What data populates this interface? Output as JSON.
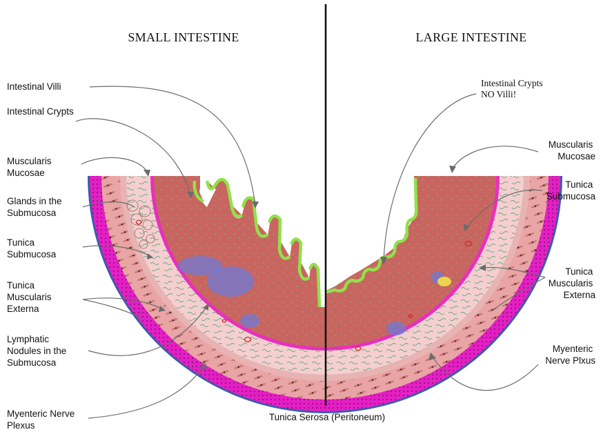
{
  "headings": {
    "left": "SMALL INTESTINE",
    "right": "LARGE INTESTINE"
  },
  "labels": {
    "left": {
      "villi": [
        "Intestinal Villi"
      ],
      "crypts": [
        "Intestinal Crypts"
      ],
      "muscularis_mucosae": [
        "Muscularis",
        "Mucosae"
      ],
      "glands": [
        "Glands in the",
        "Submucosa"
      ],
      "submucosa": [
        "Tunica",
        "Submucosa"
      ],
      "muscularis_externa": [
        "Tunica",
        "Muscularis",
        "Externa"
      ],
      "lymphatic": [
        "Lymphatic",
        "Nodules in the",
        "Submucosa"
      ],
      "myenteric": [
        "Myenteric Nerve",
        "Plexus"
      ]
    },
    "right": {
      "crypts": [
        "Intestinal Crypts",
        "NO Villi!"
      ],
      "muscularis_mucosae": [
        "Muscularis",
        "Mucosae"
      ],
      "submucosa": [
        "Tunica",
        "Submucosa"
      ],
      "muscularis_externa": [
        "Tunica",
        "Muscularis",
        "Externa"
      ],
      "myenteric": [
        "Myenteric",
        "Nerve Plxus"
      ]
    },
    "bottom": [
      "Tunica Serosa (Peritoneum)"
    ]
  },
  "colors": {
    "serosa_edge": "#3b5bab",
    "serosa": "#e41fc4",
    "muscle": "#e9a5a5",
    "submucosa": "#f5cfcf",
    "mucosa": "#c96560",
    "villus_edge": "#8fe24a",
    "lymph": "#6f79d6",
    "divider": "#111111"
  }
}
